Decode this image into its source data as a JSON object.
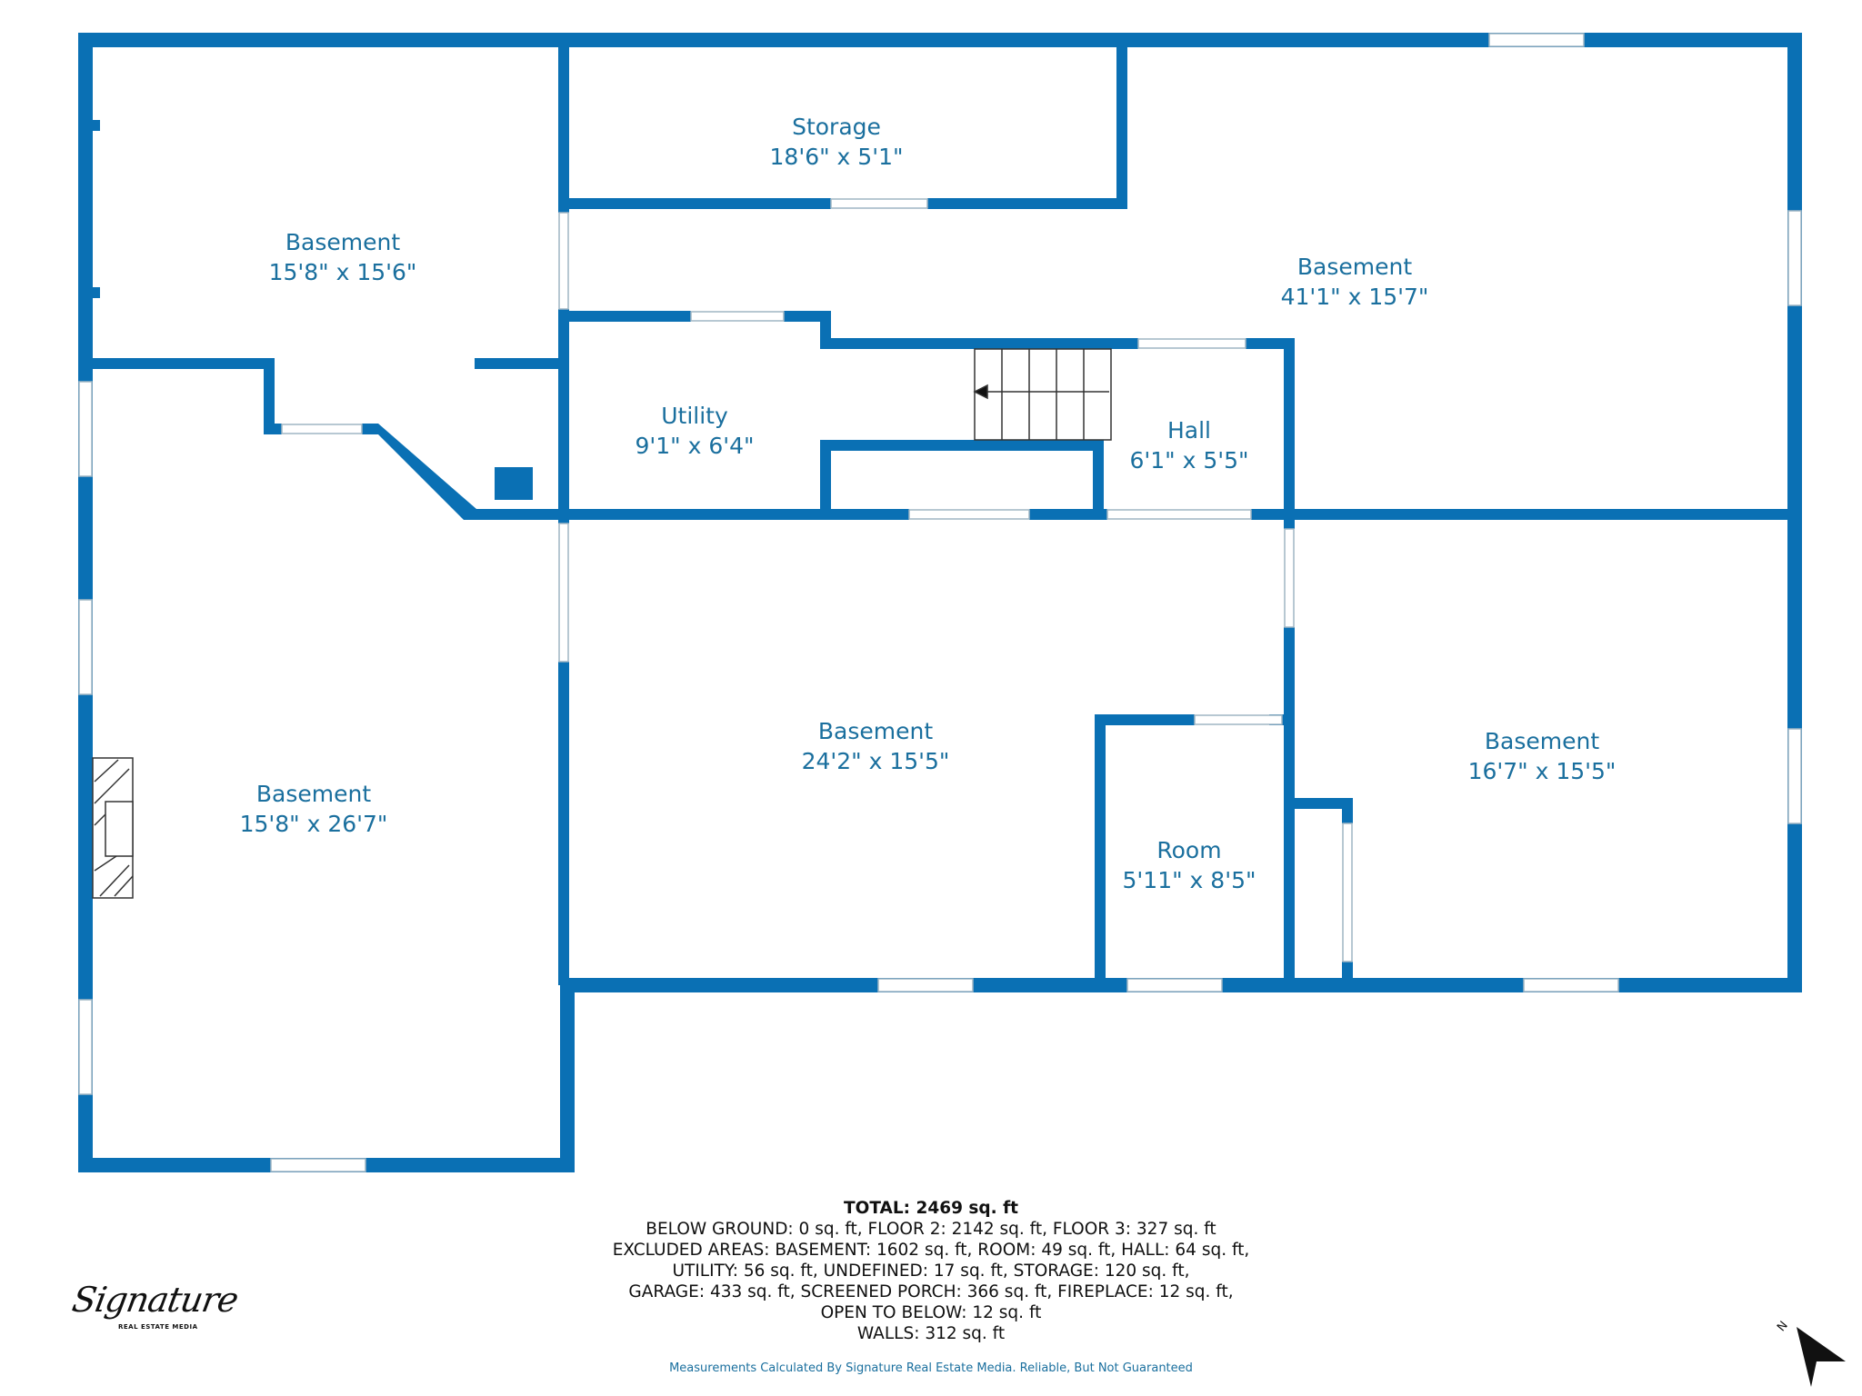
{
  "colors": {
    "wall": "#0a70b4",
    "label": "#1a6f9e",
    "text": "#111111"
  },
  "rooms": [
    {
      "name": "Basement",
      "dims": "15'8\" x 15'6\""
    },
    {
      "name": "Storage",
      "dims": "18'6\" x 5'1\""
    },
    {
      "name": "Basement",
      "dims": "41'1\" x 15'7\""
    },
    {
      "name": "Utility",
      "dims": "9'1\" x 6'4\""
    },
    {
      "name": "Hall",
      "dims": "6'1\" x 5'5\""
    },
    {
      "name": "Basement",
      "dims": "24'2\" x 15'5\""
    },
    {
      "name": "Basement",
      "dims": "15'8\" x 26'7\""
    },
    {
      "name": "Basement",
      "dims": "16'7\" x 15'5\""
    },
    {
      "name": "Room",
      "dims": "5'11\" x 8'5\""
    }
  ],
  "summary": {
    "total": "TOTAL: 2469 sq. ft",
    "lines": [
      "BELOW GROUND: 0 sq. ft, FLOOR 2: 2142 sq. ft, FLOOR 3: 327 sq. ft",
      "EXCLUDED AREAS: BASEMENT: 1602 sq. ft, ROOM: 49 sq. ft, HALL: 64 sq. ft,",
      "UTILITY: 56 sq. ft, UNDEFINED: 17 sq. ft, STORAGE: 120 sq. ft,",
      "GARAGE: 433 sq. ft, SCREENED PORCH: 366 sq. ft, FIREPLACE: 12 sq. ft,",
      "OPEN TO BELOW: 12 sq. ft",
      "WALLS: 312 sq. ft"
    ]
  },
  "disclaimer": "Measurements Calculated By Signature Real Estate Media. Reliable, But Not Guaranteed",
  "logo": {
    "script": "Signature",
    "sub": "REAL ESTATE MEDIA"
  },
  "north_label": "N",
  "icons": [
    "stairs-icon",
    "fireplace-icon",
    "north-arrow-icon",
    "signature-logo-icon"
  ]
}
